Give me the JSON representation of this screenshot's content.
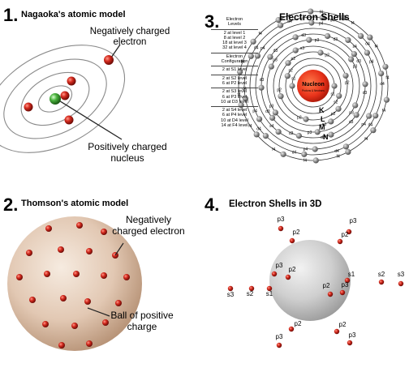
{
  "panel1": {
    "number": "1.",
    "title": "Nagaoka's atomic model",
    "electron_label": [
      "Negatively charged",
      "electron"
    ],
    "nucleus_label": [
      "Positively charged",
      "nucleus"
    ]
  },
  "panel2": {
    "number": "2.",
    "title": "Thomson's atomic model",
    "electron_label": [
      "Negatively",
      "charged electron"
    ],
    "ball_label": [
      "Ball of positive",
      "charge"
    ]
  },
  "panel3": {
    "number": "3.",
    "title": "Electron Shells",
    "legend": [
      {
        "heading": [
          "Electron",
          "Levels"
        ],
        "lines": []
      },
      {
        "heading": [],
        "lines": [
          "2 at level 1",
          "8 at level 2",
          "18 at level 3",
          "32 at level 4"
        ]
      },
      {
        "heading": [
          "Electron",
          "Configuration"
        ],
        "lines": []
      },
      {
        "heading": [],
        "lines": [
          "2 at S1 level"
        ]
      },
      {
        "heading": [],
        "lines": [
          "2 at S2 level",
          "6 at P2 level"
        ]
      },
      {
        "heading": [],
        "lines": [
          "2 at S3 level",
          "6 at P3 level",
          "10 at D3 level"
        ]
      },
      {
        "heading": [],
        "lines": [
          "2 at S4 level",
          "6 at P4 level",
          "10 at D4 level",
          "14 at F4 level"
        ]
      }
    ],
    "nucleus_label": "Nucleon",
    "nucleus_sublabel": "Protons & Neutrons",
    "shell_letters": [
      "K",
      "L",
      "M",
      "N"
    ],
    "orbital_labels": [
      "s1",
      "s2",
      "p2",
      "s3",
      "p3",
      "d3",
      "s4",
      "p4",
      "d4",
      "f4"
    ]
  },
  "panel4": {
    "number": "4.",
    "title": "Electron Shells in 3D",
    "labels": [
      {
        "text": "p3",
        "dot": [
          94,
          52
        ],
        "label": [
          94,
          43
        ]
      },
      {
        "text": "p3",
        "dot": [
          178,
          56
        ],
        "label": [
          183,
          45
        ]
      },
      {
        "text": "p2",
        "dot": [
          108,
          67
        ],
        "label": [
          113,
          59
        ]
      },
      {
        "text": "p2",
        "dot": [
          167,
          68
        ],
        "label": [
          173,
          62
        ]
      },
      {
        "text": "p3",
        "dot": [
          86,
          108
        ],
        "label": [
          92,
          100
        ]
      },
      {
        "text": "p2",
        "dot": [
          103,
          112
        ],
        "label": [
          108,
          105
        ]
      },
      {
        "text": "s1",
        "dot": [
          176,
          116
        ],
        "label": [
          181,
          111
        ]
      },
      {
        "text": "s2",
        "dot": [
          218,
          118
        ],
        "label": [
          218,
          111
        ]
      },
      {
        "text": "s3",
        "dot": [
          242,
          120
        ],
        "label": [
          242,
          111
        ]
      },
      {
        "text": "s3",
        "dot": [
          32,
          126
        ],
        "label": [
          32,
          136
        ]
      },
      {
        "text": "s2",
        "dot": [
          58,
          126
        ],
        "label": [
          56,
          135
        ]
      },
      {
        "text": "s1",
        "dot": [
          80,
          126
        ],
        "label": [
          80,
          135
        ]
      },
      {
        "text": "p2",
        "dot": [
          155,
          133
        ],
        "label": [
          150,
          125
        ]
      },
      {
        "text": "p3",
        "dot": [
          170,
          131
        ],
        "label": [
          173,
          124
        ]
      },
      {
        "text": "p2",
        "dot": [
          107,
          176
        ],
        "label": [
          115,
          172
        ]
      },
      {
        "text": "p2",
        "dot": [
          163,
          179
        ],
        "label": [
          170,
          173
        ]
      },
      {
        "text": "p3",
        "dot": [
          92,
          196
        ],
        "label": [
          92,
          188
        ]
      },
      {
        "text": "p3",
        "dot": [
          179,
          193
        ],
        "label": [
          182,
          186
        ]
      }
    ]
  }
}
